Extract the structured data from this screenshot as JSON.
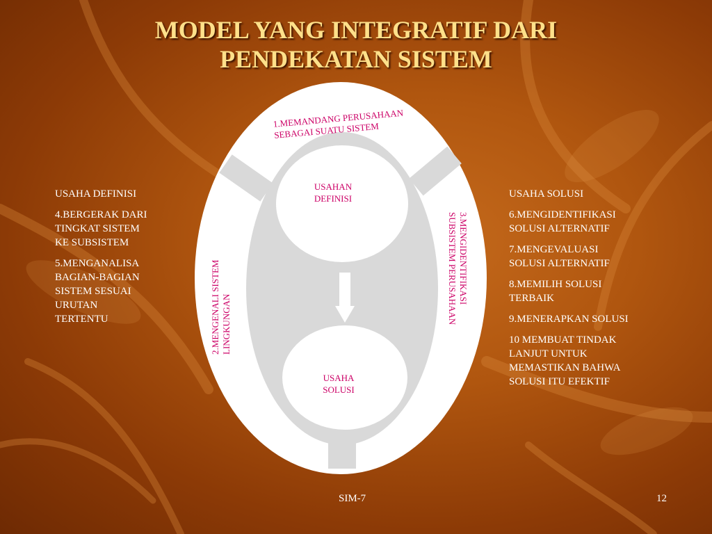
{
  "title": {
    "line1": "MODEL YANG INTEGRATIF DARI",
    "line2": "PENDEKATAN SISTEM"
  },
  "diagram": {
    "step1": {
      "line1": "1.MEMANDANG PERUSAHAAN",
      "line2": "SEBAGAI SUATU SISTEM"
    },
    "step2": {
      "line1": "2.MENGENALI SISTEM",
      "line2": "LINGKUNGAN"
    },
    "step3": {
      "line1": "3.MENGIDENTIFIKASI",
      "line2": "SUBSISTEM PERUSAHAAN"
    },
    "top_circle": {
      "line1": "USAHAN",
      "line2": "DEFINISI"
    },
    "bottom_circle": {
      "line1": "USAHA",
      "line2": "SOLUSI"
    }
  },
  "left_list": [
    "USAHA DEFINISI",
    "4.BERGERAK DARI\nTINGKAT SISTEM\nKE SUBSISTEM",
    "5.MENGANALISA\nBAGIAN-BAGIAN\nSISTEM SESUAI\nURUTAN\nTERTENTU"
  ],
  "right_list": [
    "USAHA SOLUSI",
    "6.MENGIDENTIFIKASI\nSOLUSI ALTERNATIF",
    "7.MENGEVALUASI\nSOLUSI ALTERNATIF",
    "8.MEMILIH SOLUSI\nTERBAIK",
    "9.MENERAPKAN SOLUSI",
    "10 MEMBUAT TINDAK\nLANJUT UNTUK\nMEMASTIKAN BAHWA\nSOLUSI ITU EFEKTIF"
  ],
  "footer": {
    "left": "SIM-7",
    "right": "12"
  },
  "colors": {
    "title": "#ffe08a",
    "diagram_text": "#cc0066",
    "body_text": "#ffffff",
    "ring": "#d9d9d9"
  }
}
